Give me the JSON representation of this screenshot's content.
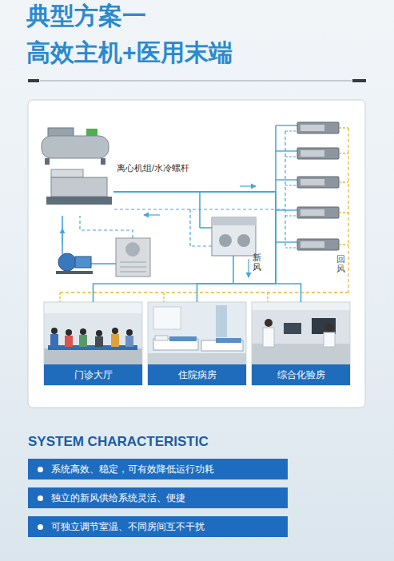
{
  "diagram": {
    "title": "典型方案一 高效主机+医用末端",
    "nodes": [
      {
        "text": [
          "离心机组/水冷螺杆"
        ]
      },
      {
        "text": [
          "门诊大厅"
        ]
      },
      {
        "text": [
          "住院病房"
        ]
      },
      {
        "text": [
          "综合化验房"
        ]
      },
      {
        "text": [
          "系统高效、稳定，可有效降低运行功耗"
        ]
      },
      {
        "text": [
          "独立的新风供给系统灵活、便捷"
        ]
      },
      {
        "text": [
          "可独立调节室温、不同房间互不干扰"
        ]
      }
    ],
    "edges": [
      {
        "from": 0,
        "to": 1,
        "arrow": "none"
      },
      {
        "from": 0,
        "to": 2,
        "arrow": "none"
      },
      {
        "from": 0,
        "to": 3,
        "arrow": "none"
      }
    ],
    "labels": [
      "新风",
      "回风",
      "SYSTEM CHARACTERISTIC"
    ]
  }
}
